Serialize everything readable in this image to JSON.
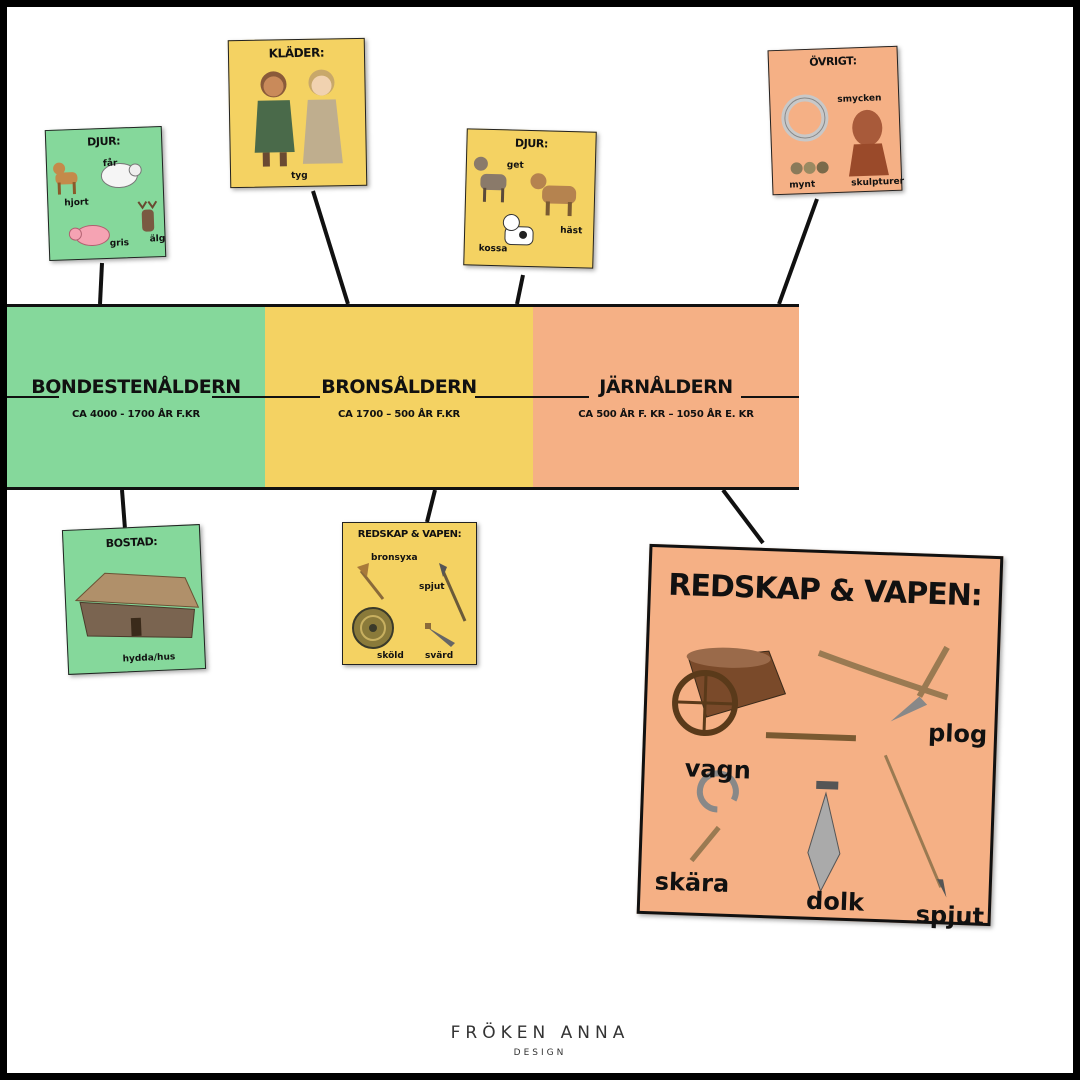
{
  "timeline": {
    "periods": [
      {
        "title": "BONDESTENÅLDERN",
        "date": "CA 4000 - 1700  ÅR F.KR",
        "color": "#85d89b"
      },
      {
        "title": "BRONSÅLDERN",
        "date": "CA 1700 – 500 ÅR F.KR",
        "color": "#f4d262"
      },
      {
        "title": "JÄRNÅLDERN",
        "date": "CA 500 ÅR F. KR – 1050 ÅR E. KR",
        "color": "#f5b085"
      }
    ]
  },
  "cards": {
    "djur_stone": {
      "title": "DJUR:",
      "labels": [
        "får",
        "hjort",
        "gris",
        "älg"
      ]
    },
    "klader": {
      "title": "KLÄDER:",
      "labels": [
        "tyg"
      ]
    },
    "djur_bronze": {
      "title": "DJUR:",
      "labels": [
        "get",
        "häst",
        "kossa"
      ]
    },
    "ovrigt": {
      "title": "ÖVRIGT:",
      "labels": [
        "smycken",
        "mynt",
        "skulpturer"
      ]
    },
    "bostad": {
      "title": "BOSTAD:",
      "labels": [
        "hydda/hus"
      ]
    },
    "redskap_bronze": {
      "title": "REDSKAP & VAPEN:",
      "labels": [
        "bronsyxa",
        "spjut",
        "sköld",
        "svärd"
      ]
    },
    "redskap_iron": {
      "title": "REDSKAP & VAPEN:",
      "labels": [
        "plog",
        "vagn",
        "skära",
        "dolk",
        "spjut"
      ]
    }
  },
  "footer": {
    "brand": "FRÖKEN ANNA",
    "sub": "DESIGN"
  }
}
